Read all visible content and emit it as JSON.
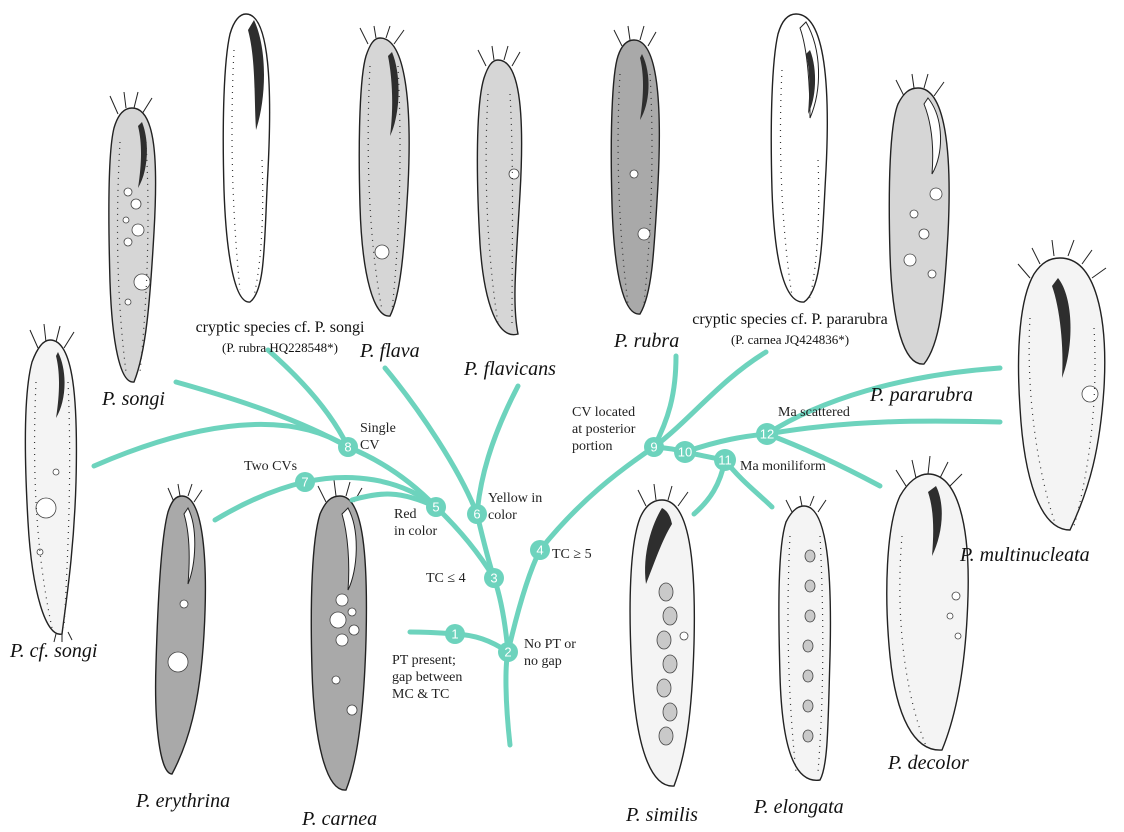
{
  "colors": {
    "branch": "#6dd3bd",
    "node": "#6dd3bd",
    "node_text": "#ffffff",
    "text": "#111111"
  },
  "nodes": [
    {
      "num": "1"
    },
    {
      "num": "2"
    },
    {
      "num": "3"
    },
    {
      "num": "4"
    },
    {
      "num": "5"
    },
    {
      "num": "6"
    },
    {
      "num": "7"
    },
    {
      "num": "8"
    },
    {
      "num": "9"
    },
    {
      "num": "10"
    },
    {
      "num": "11"
    },
    {
      "num": "12"
    }
  ],
  "characters": {
    "pt_present": "PT present;\ngap between\nMC & TC",
    "no_pt": "No PT or\nno gap",
    "tc_le_4": "TC ≤ 4",
    "tc_ge_5": "TC ≥ 5",
    "red": "Red\nin color",
    "yellow": "Yellow in\ncolor",
    "two_cvs": "Two CVs",
    "single_cv": "Single\nCV",
    "cv_posterior": "CV located\nat posterior\nportion",
    "ma_moniliform": "Ma moniliform",
    "ma_scattered": "Ma scattered"
  },
  "species": {
    "songi": "P. songi",
    "cf_songi": "P. cf. songi",
    "flava": "P. flava",
    "flavicans": "P. flavicans",
    "rubra": "P. rubra",
    "pararubra": "P. pararubra",
    "multinucleata": "P. multinucleata",
    "decolor": "P. decolor",
    "erythrina": "P. erythrina",
    "carnea": "P. carnea",
    "similis": "P. similis",
    "elongata": "P. elongata"
  },
  "cryptic": {
    "songi": {
      "title": "cryptic species cf. P. songi",
      "accession": "(P. rubra HQ228548*)"
    },
    "pararubra": {
      "title": "cryptic species cf. P. pararubra",
      "accession": "(P. carnea JQ424836*)"
    }
  },
  "illustrations": [
    {
      "name": "songi-illustration",
      "species": "P. songi"
    },
    {
      "name": "cryptic-songi-illustration",
      "species": "cryptic species cf. P. songi"
    },
    {
      "name": "flava-illustration",
      "species": "P. flava"
    },
    {
      "name": "flavicans-illustration",
      "species": "P. flavicans"
    },
    {
      "name": "rubra-illustration",
      "species": "P. rubra"
    },
    {
      "name": "cryptic-pararubra-illustration",
      "species": "cryptic species cf. P. pararubra"
    },
    {
      "name": "pararubra-illustration",
      "species": "P. pararubra"
    },
    {
      "name": "multinucleata-illustration",
      "species": "P. multinucleata"
    },
    {
      "name": "cf-songi-illustration",
      "species": "P. cf. songi"
    },
    {
      "name": "erythrina-illustration",
      "species": "P. erythrina"
    },
    {
      "name": "carnea-illustration",
      "species": "P. carnea"
    },
    {
      "name": "similis-illustration",
      "species": "P. similis"
    },
    {
      "name": "elongata-illustration",
      "species": "P. elongata"
    },
    {
      "name": "decolor-illustration",
      "species": "P. decolor"
    }
  ]
}
